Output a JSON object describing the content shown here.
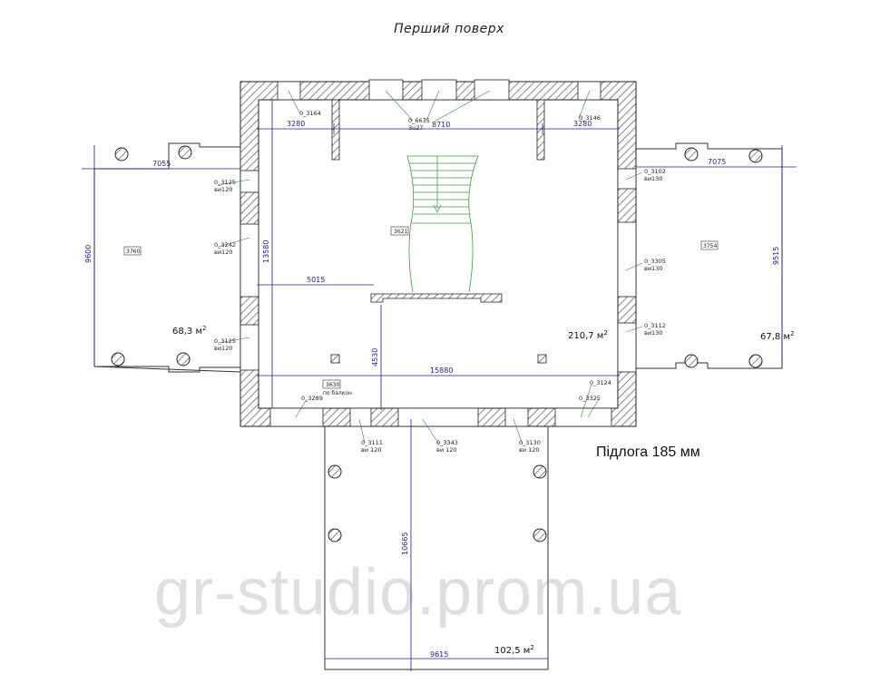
{
  "title": "Перший поверх",
  "floor_note": "Підлога 185 мм",
  "watermark": "gr-studio.prom.ua",
  "colors": {
    "dimension": "#1f1f8f",
    "leader": "#2e8b2e",
    "wall": "#444444",
    "stair": "#3c9a3c"
  },
  "dimensions": {
    "top_left": "3280",
    "top_center": "8710",
    "top_right": "3280",
    "left_wing_width": "7055",
    "right_wing_width": "7075",
    "left_wing_height": "9600",
    "right_wing_height": "9515",
    "main_height": "13580",
    "inner_width": "5015",
    "inner_height": "4530",
    "main_width": "15880",
    "porch_depth": "10665",
    "porch_width": "9615"
  },
  "window_tags": [
    {
      "code": "0_3164",
      "sub": ""
    },
    {
      "code": "0_6635",
      "sub": "3u27"
    },
    {
      "code": "0_3146",
      "sub": ""
    },
    {
      "code": "0_3125",
      "sub": "ви120"
    },
    {
      "code": "0_3242",
      "sub": "ви120"
    },
    {
      "code": "0_3125",
      "sub": "ви120"
    },
    {
      "code": "0_3102",
      "sub": "ви130"
    },
    {
      "code": "0_3305",
      "sub": "ви130"
    },
    {
      "code": "0_3112",
      "sub": "ви130"
    },
    {
      "code": "0_3289",
      "sub": ""
    },
    {
      "code": "0_3124",
      "sub": ""
    },
    {
      "code": "0_3325",
      "sub": ""
    },
    {
      "code": "0_3111",
      "sub": "ви 120"
    },
    {
      "code": "0_3343",
      "sub": "ви 120"
    },
    {
      "code": "0_3130",
      "sub": "ви 120"
    }
  ],
  "labels": {
    "stair": "3621",
    "left_wing": "3760",
    "right_wing": "3754",
    "balcony_code": "3630",
    "balcony_text": "по балкон"
  },
  "areas": {
    "left_wing": "68,3 м",
    "right_wing": "67,8 м",
    "main": "210,7 м",
    "porch": "102,5 м",
    "sup": "2"
  }
}
